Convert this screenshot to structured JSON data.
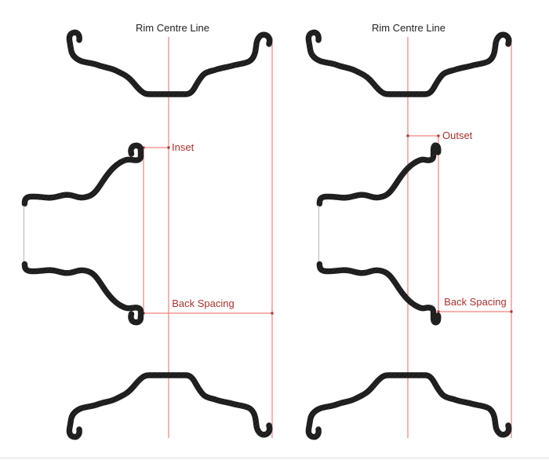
{
  "diagrams": [
    {
      "id": "inset-wheel",
      "title": "Rim Centre Line",
      "offset_label": "Inset",
      "back_spacing_label": "Back Spacing"
    },
    {
      "id": "outset-wheel",
      "title": "Rim Centre Line",
      "offset_label": "Outset",
      "back_spacing_label": "Back Spacing"
    }
  ],
  "colors": {
    "construction_line_red": "#ef827d",
    "dimension_text_red": "#a8322f",
    "drawing_ink": "#1c1c1c",
    "hub_bore_gray": "#b5b5b5",
    "page_border_gray": "#dcdcdc"
  }
}
